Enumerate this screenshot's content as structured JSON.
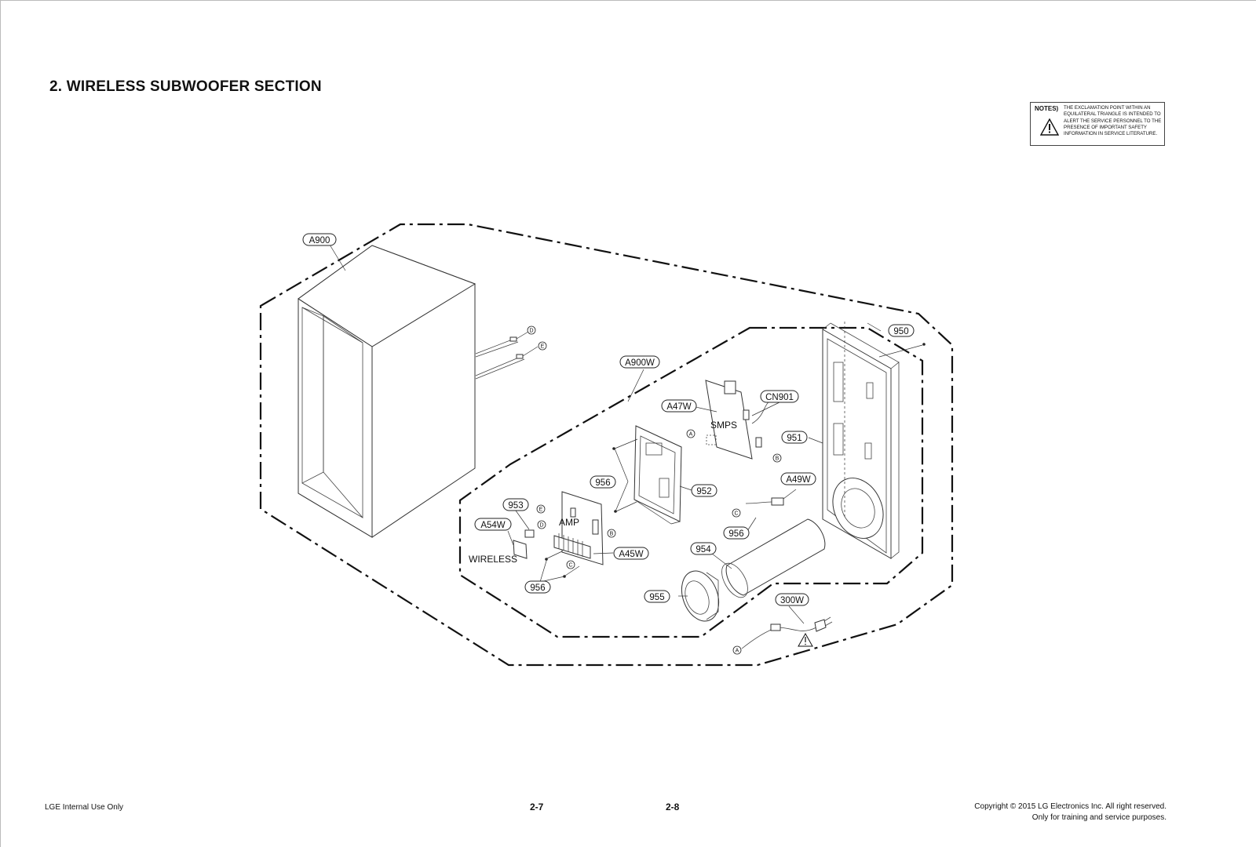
{
  "document": {
    "title": "2. WIRELESS SUBWOOFER SECTION",
    "notes": {
      "label": "NOTES)",
      "text": "THE EXCLAMATION POINT WITHIN AN EQUILATERAL TRIANGLE IS INTENDED TO ALERT THE SERVICE PERSONNEL TO THE PRESENCE OF IMPORTANT SAFETY INFORMATION IN SERVICE LITERATURE."
    },
    "footer": {
      "left": "LGE Internal Use Only",
      "page_left": "2-7",
      "page_right": "2-8",
      "copyright_line1": "Copyright © 2015 LG Electronics Inc. All right reserved.",
      "copyright_line2": "Only for training and service purposes."
    }
  },
  "parts": {
    "a900": "A900",
    "a900w": "A900W",
    "a47w": "A47W",
    "cn901": "CN901",
    "p950": "950",
    "p951": "951",
    "p952": "952",
    "p953": "953",
    "p954": "954",
    "p955": "955",
    "p956": "956",
    "a49w": "A49W",
    "a54w": "A54W",
    "a45w": "A45W",
    "p300w": "300W"
  },
  "board_labels": {
    "smps": "SMPS",
    "amp": "AMP",
    "wireless": "WIRELESS"
  },
  "connectors": {
    "a": "A",
    "b": "B",
    "c": "C",
    "d": "D",
    "e": "E"
  }
}
